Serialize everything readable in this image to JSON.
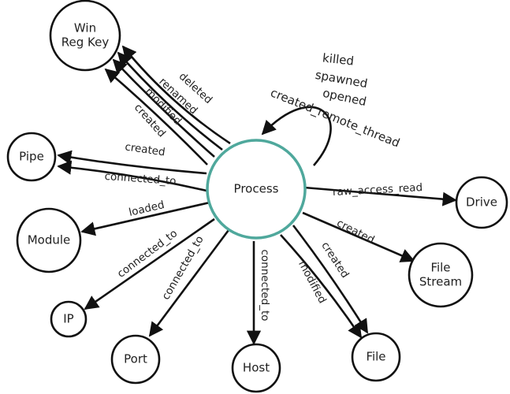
{
  "center": {
    "id": "process",
    "label": "Process",
    "stroke": "#4fa89c"
  },
  "nodes": [
    {
      "id": "winreg",
      "lines": [
        "Win",
        "Reg Key"
      ]
    },
    {
      "id": "pipe",
      "lines": [
        "Pipe"
      ]
    },
    {
      "id": "module",
      "lines": [
        "Module"
      ]
    },
    {
      "id": "ip",
      "lines": [
        "IP"
      ]
    },
    {
      "id": "port",
      "lines": [
        "Port"
      ]
    },
    {
      "id": "host",
      "lines": [
        "Host"
      ]
    },
    {
      "id": "file",
      "lines": [
        "File"
      ]
    },
    {
      "id": "filestream",
      "lines": [
        "File",
        "Stream"
      ]
    },
    {
      "id": "drive",
      "lines": [
        "Drive"
      ]
    }
  ],
  "edges": [
    {
      "target": "winreg",
      "label": "deleted"
    },
    {
      "target": "winreg",
      "label": "renamed"
    },
    {
      "target": "winreg",
      "label": "modified"
    },
    {
      "target": "winreg",
      "label": "created"
    },
    {
      "target": "pipe",
      "label": "created"
    },
    {
      "target": "pipe",
      "label": "connected_to"
    },
    {
      "target": "module",
      "label": "loaded"
    },
    {
      "target": "ip",
      "label": "connected_to"
    },
    {
      "target": "port",
      "label": "connected_to"
    },
    {
      "target": "host",
      "label": "connected_to"
    },
    {
      "target": "file",
      "label": "modified"
    },
    {
      "target": "file",
      "label": "created"
    },
    {
      "target": "filestream",
      "label": "created"
    },
    {
      "target": "drive",
      "label": "raw_access_read"
    }
  ],
  "self_loop_labels": [
    "killed",
    "spawned",
    "opened",
    "created_remote_thread"
  ]
}
